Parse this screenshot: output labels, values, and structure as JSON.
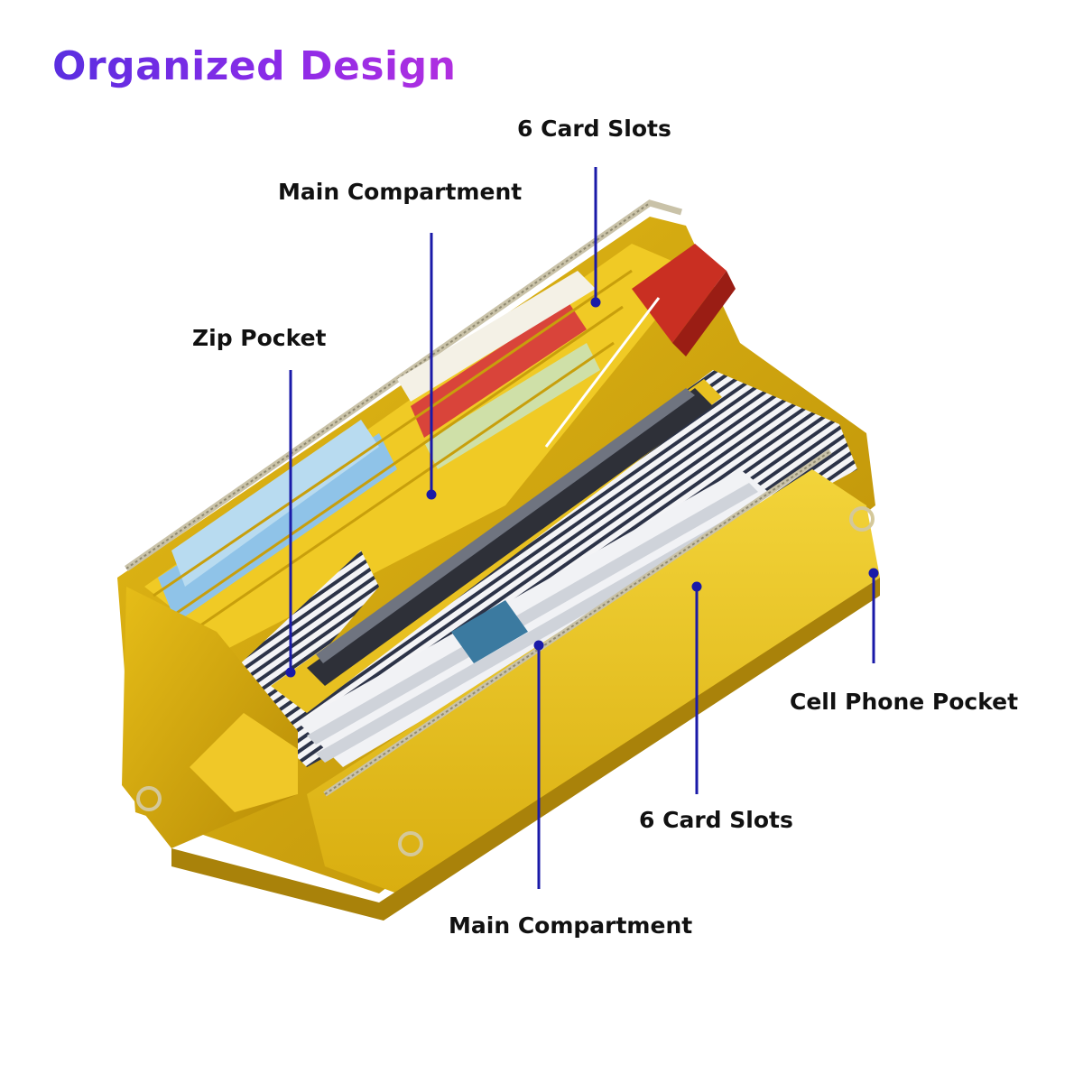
{
  "title": "Organized Design",
  "callouts": {
    "card_slots_top": "6 Card Slots",
    "main_compartment_top": "Main Compartment",
    "zip_pocket": "Zip Pocket",
    "cell_phone_pocket": "Cell Phone Pocket",
    "card_slots_bottom": "6 Card Slots",
    "main_compartment_bottom": "Main Compartment"
  },
  "colors": {
    "title_gradient_start": "#5a2ee0",
    "title_gradient_end": "#b12fe0",
    "leader_line": "#1a1aa8",
    "wallet_yellow": "#e8c31a",
    "wallet_dark": "#b8920a"
  }
}
